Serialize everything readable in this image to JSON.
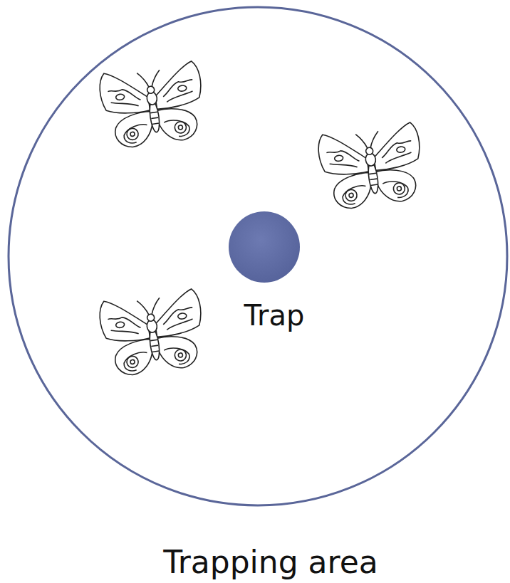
{
  "diagram": {
    "nodes": [
      {
        "text": [
          "Trapping area"
        ]
      },
      {
        "text": [
          "Trap"
        ],
        "in": 0
      }
    ]
  }
}
